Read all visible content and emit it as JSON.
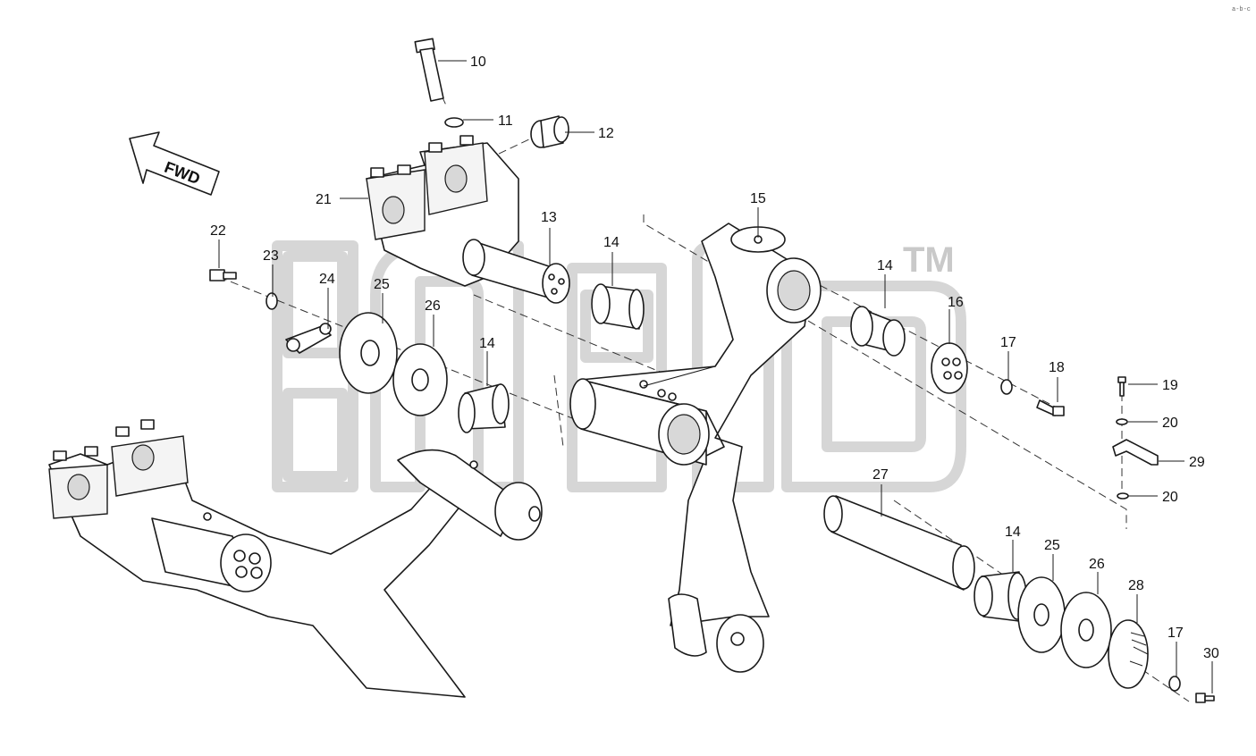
{
  "diagram": {
    "direction_label": "FWD",
    "trademark": "TM",
    "corner_mark": "a-b-c",
    "callouts": [
      {
        "id": "c10",
        "text": "10"
      },
      {
        "id": "c11",
        "text": "11"
      },
      {
        "id": "c12",
        "text": "12"
      },
      {
        "id": "c13",
        "text": "13"
      },
      {
        "id": "c14a",
        "text": "14"
      },
      {
        "id": "c14b",
        "text": "14"
      },
      {
        "id": "c14c",
        "text": "14"
      },
      {
        "id": "c14d",
        "text": "14"
      },
      {
        "id": "c15",
        "text": "15"
      },
      {
        "id": "c16",
        "text": "16"
      },
      {
        "id": "c17a",
        "text": "17"
      },
      {
        "id": "c17b",
        "text": "17"
      },
      {
        "id": "c18",
        "text": "18"
      },
      {
        "id": "c19",
        "text": "19"
      },
      {
        "id": "c20a",
        "text": "20"
      },
      {
        "id": "c20b",
        "text": "20"
      },
      {
        "id": "c21",
        "text": "21"
      },
      {
        "id": "c22",
        "text": "22"
      },
      {
        "id": "c23",
        "text": "23"
      },
      {
        "id": "c24",
        "text": "24"
      },
      {
        "id": "c25a",
        "text": "25"
      },
      {
        "id": "c25b",
        "text": "25"
      },
      {
        "id": "c26a",
        "text": "26"
      },
      {
        "id": "c26b",
        "text": "26"
      },
      {
        "id": "c27",
        "text": "27"
      },
      {
        "id": "c28",
        "text": "28"
      },
      {
        "id": "c29",
        "text": "29"
      },
      {
        "id": "c30",
        "text": "30"
      }
    ]
  }
}
